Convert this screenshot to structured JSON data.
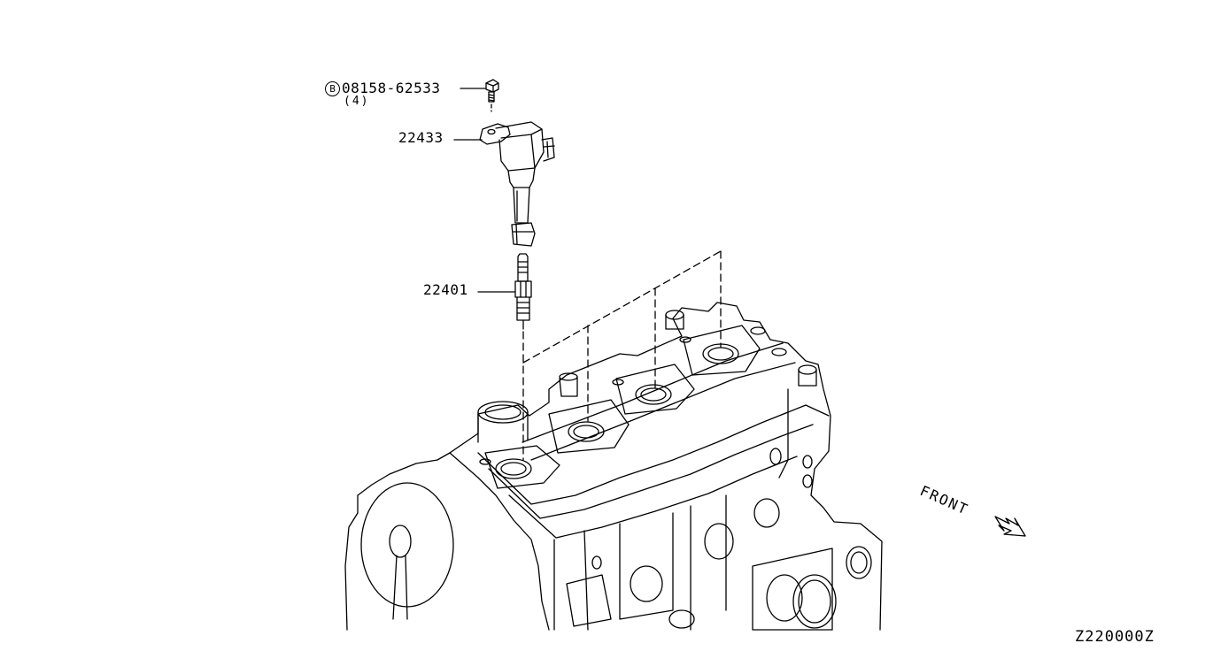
{
  "parts": {
    "bolt": {
      "prefix": "B",
      "number": "08158-62533",
      "quantity": "(4)"
    },
    "ignition_coil": {
      "number": "22433"
    },
    "spark_plug": {
      "number": "22401"
    }
  },
  "orientation": {
    "label": "FRONT"
  },
  "diagram_code": "Z220000Z",
  "colors": {
    "line": "#000000",
    "background": "#ffffff"
  }
}
